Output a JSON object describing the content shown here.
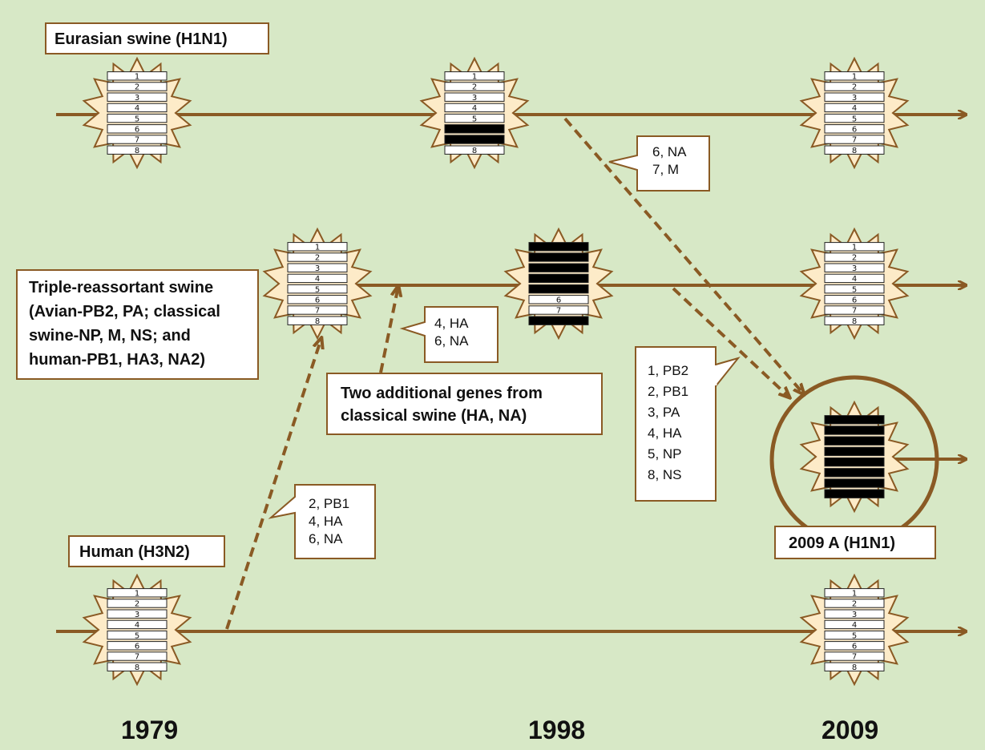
{
  "accent_color": "#8a5a24",
  "background_color": "#d7e8c6",
  "lineages": {
    "eurasian": {
      "label": "Eurasian swine (H1N1)"
    },
    "triple": {
      "label": "Triple-reassortant swine (Avian-PB2, PA; classical swine-NP, M, NS; and human-PB1, HA3, NA2)"
    },
    "human": {
      "label": "Human (H3N2)"
    },
    "pandemic": {
      "label": "2009 A (H1N1)"
    }
  },
  "years": [
    "1979",
    "1998",
    "2009"
  ],
  "viruses": [
    {
      "id": "eurasian-1979",
      "segments": [
        "1",
        "2",
        "3",
        "4",
        "5",
        "6",
        "7",
        "8"
      ],
      "filled": []
    },
    {
      "id": "eurasian-1998",
      "segments": [
        "1",
        "2",
        "3",
        "4",
        "5",
        "",
        "",
        "8"
      ],
      "filled": [
        6,
        7
      ]
    },
    {
      "id": "eurasian-2009",
      "segments": [
        "1",
        "2",
        "3",
        "4",
        "5",
        "6",
        "7",
        "8"
      ],
      "filled": []
    },
    {
      "id": "triple-early",
      "segments": [
        "1",
        "2",
        "3",
        "4",
        "5",
        "6",
        "7",
        "8"
      ],
      "filled": []
    },
    {
      "id": "triple-1998",
      "segments": [
        "",
        "",
        "",
        "",
        "",
        "6",
        "7",
        ""
      ],
      "filled": [
        1,
        2,
        3,
        4,
        5,
        8
      ]
    },
    {
      "id": "triple-2009",
      "segments": [
        "1",
        "2",
        "3",
        "4",
        "5",
        "6",
        "7",
        "8"
      ],
      "filled": []
    },
    {
      "id": "pandemic-2009",
      "segments": [
        "",
        "",
        "",
        "",
        "",
        "",
        "",
        ""
      ],
      "filled": [
        1,
        2,
        3,
        4,
        5,
        6,
        7,
        8
      ]
    },
    {
      "id": "human-1979",
      "segments": [
        "1",
        "2",
        "3",
        "4",
        "5",
        "6",
        "7",
        "8"
      ],
      "filled": []
    },
    {
      "id": "human-2009",
      "segments": [
        "1",
        "2",
        "3",
        "4",
        "5",
        "6",
        "7",
        "8"
      ],
      "filled": []
    }
  ],
  "callouts": {
    "eurasian_to_pandemic": [
      "6, NA",
      "7, M"
    ],
    "classical_to_triple": [
      "4, HA",
      "6, NA"
    ],
    "triple_to_pandemic": [
      "1, PB2",
      "2, PB1",
      "3, PA",
      "4, HA",
      "5, NP",
      "8, NS"
    ],
    "human_to_triple": [
      "2, PB1",
      "4, HA",
      "6, NA"
    ]
  },
  "notes": {
    "classical_note": "Two additional genes from classical swine (HA, NA)"
  }
}
